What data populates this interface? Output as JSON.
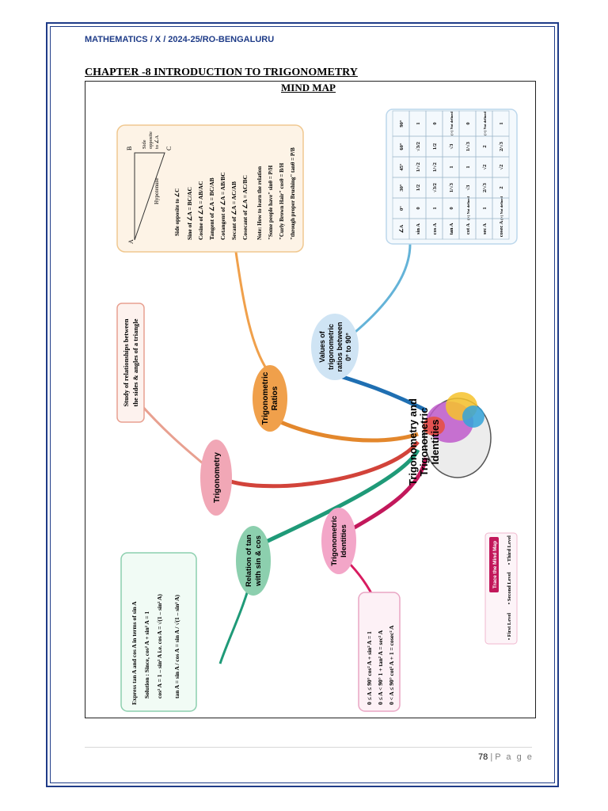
{
  "header": {
    "subject_line": "MATHEMATICS / X / 2024-25/RO-BENGALURU",
    "chapter_title": "CHAPTER -8 INTRODUCTION TO TRIGONOMETRY",
    "mindmap_title": "MIND MAP"
  },
  "mindmap": {
    "center": {
      "line1": "Trigonometry and",
      "line2": "Trigonometric",
      "line3": "Identities"
    },
    "nodes": {
      "trigonometry": "Trigonometry",
      "trig_ratios_1": "Trigonometric",
      "trig_ratios_2": "Ratios",
      "values_1": "Values of",
      "values_2": "trigonometric",
      "values_3": "ratios between",
      "values_4": "0° to 90°",
      "relation_1": "Relation of tan",
      "relation_2": "with sin & cos",
      "identities_1": "Trigonometric",
      "identities_2": "Identities"
    },
    "definition_box": {
      "line1": "Study of relationships between",
      "line2": "the sides & angles of a triangle"
    },
    "ratios_box": {
      "triangle": {
        "vertex_a": "A",
        "vertex_b": "B",
        "vertex_c": "C",
        "hypotenuse": "Hypotenuse",
        "side_opposite_a_1": "Side",
        "side_opposite_a_2": "opposite",
        "side_opposite_a_3": "to ∠A",
        "side_opposite_c": "Side opposite to ∠C"
      },
      "ratios": [
        {
          "label": "Sine of ∠A =",
          "num": "BC",
          "den": "AC"
        },
        {
          "label": "Cosine of ∠A =",
          "num": "AB",
          "den": "AC"
        },
        {
          "label": "Tangent of ∠A =",
          "num": "BC",
          "den": "AB"
        },
        {
          "label": "Cotangent of ∠A =",
          "num": "AB",
          "den": "BC"
        },
        {
          "label": "Secant of ∠A =",
          "num": "AC",
          "den": "AB"
        },
        {
          "label": "Cosecant of ∠A =",
          "num": "AC",
          "den": "BC"
        }
      ],
      "note_heading": "Note: How to learn the relation",
      "note_1": "\"Some people have\"  sinθ = P/H",
      "note_2": "\"Curly Brown Hair\"  cosθ = B/H",
      "note_3": "\"through proper Brushing\"  tanθ = P/B"
    },
    "values_table": {
      "headers": [
        "∠A",
        "0°",
        "30°",
        "45°",
        "60°",
        "90°"
      ],
      "rows": [
        [
          "sin A",
          "0",
          "1/2",
          "1/√2",
          "√3/2",
          "1"
        ],
        [
          "cos A",
          "1",
          "√3/2",
          "1/√2",
          "1/2",
          "0"
        ],
        [
          "tan A",
          "0",
          "1/√3",
          "1",
          "√3",
          "(∞) Not defined"
        ],
        [
          "cot A",
          "(∞) Not defined",
          "√3",
          "1",
          "1/√3",
          "0"
        ],
        [
          "sec A",
          "1",
          "2/√3",
          "√2",
          "2",
          "(∞) Not defined"
        ],
        [
          "cosec A",
          "(∞) Not defined",
          "2",
          "√2",
          "2/√3",
          "1"
        ]
      ]
    },
    "relation_box": {
      "line1": "Express tan A and cos A in terms of sin A",
      "line2": "Solution : Since, cos² A + sin² A = 1",
      "line3": "cos² A = 1 – sin² A  i.e. cos A = √(1 – sin² A)",
      "line4": "tan A = sin A / cos A = sin A / √(1 – sin² A)"
    },
    "identities_box": {
      "line1": "0 ≤ A ≤ 90° cos² A + sin² A = 1",
      "line2": "0 ≤ A < 90° 1 + tan² A = sec² A",
      "line3": "0 < A ≤ 90° cot² A + 1 = cosec² A"
    },
    "legend_box": {
      "title": "Trace the Mind Map",
      "first": "• First Level",
      "second": "• Second Level",
      "third": "• Third Level"
    }
  },
  "footer": {
    "page_number": "78",
    "separator": "|",
    "page_word": "P a g e"
  },
  "colors": {
    "border_blue": "#1f3c88",
    "trig_pink": "#f1a7b6",
    "ratios_orange": "#f0a04b",
    "values_blue": "#cfe4f4",
    "relation_green": "#8ccfae",
    "identities_pink": "#f3a6c8"
  }
}
